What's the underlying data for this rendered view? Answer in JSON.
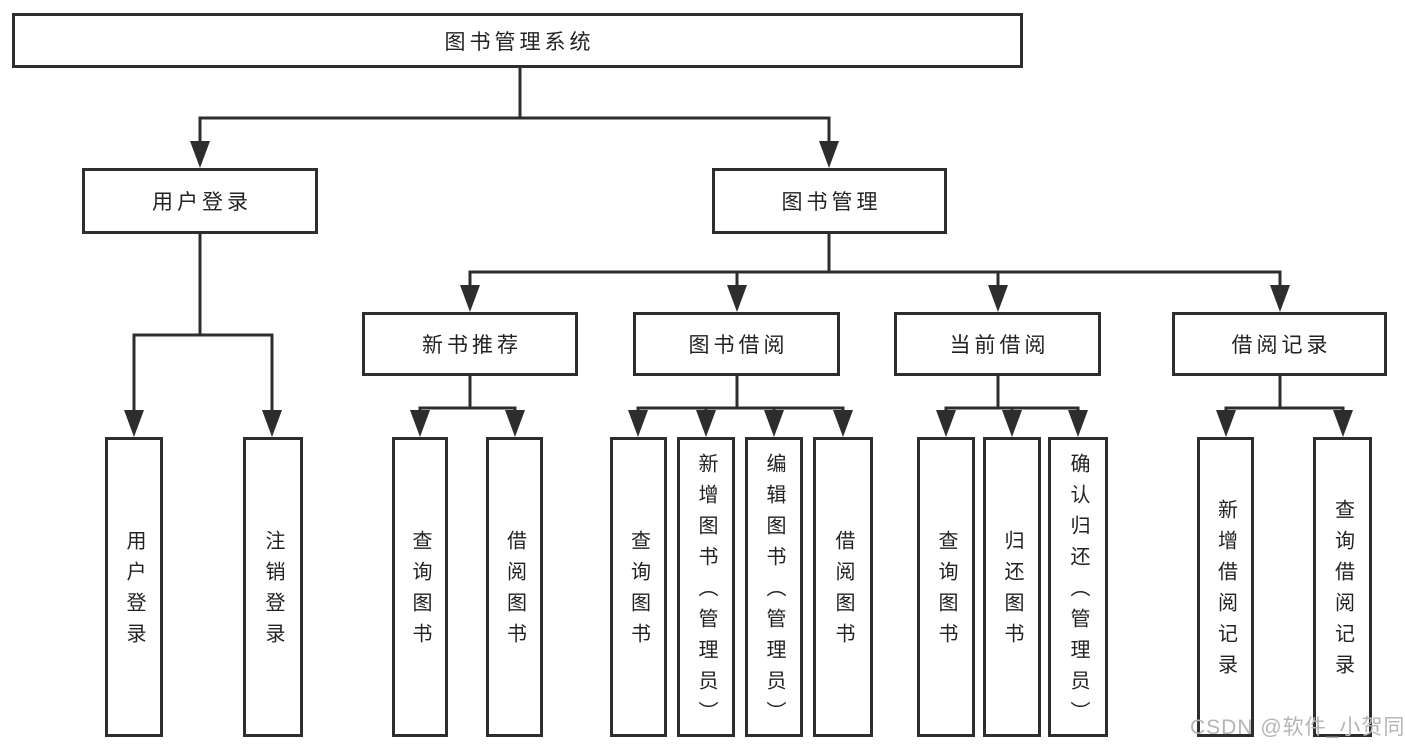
{
  "tree": {
    "root": {
      "label": "图书管理系统"
    },
    "user_login": {
      "label": "用户登录",
      "children": [
        {
          "label": "用户登录"
        },
        {
          "label": "注销登录"
        }
      ]
    },
    "book_mgmt": {
      "label": "图书管理",
      "new_book_rec": {
        "label": "新书推荐",
        "children": [
          {
            "label": "查询图书"
          },
          {
            "label": "借阅图书"
          }
        ]
      },
      "book_borrow": {
        "label": "图书借阅",
        "children": [
          {
            "label": "查询图书"
          },
          {
            "label": "新增图书（管理员）"
          },
          {
            "label": "编辑图书（管理员）"
          },
          {
            "label": "借阅图书"
          }
        ]
      },
      "current_borrow": {
        "label": "当前借阅",
        "children": [
          {
            "label": "查询图书"
          },
          {
            "label": "归还图书"
          },
          {
            "label": "确认归还（管理员）"
          }
        ]
      },
      "borrow_record": {
        "label": "借阅记录",
        "children": [
          {
            "label": "新增借阅记录"
          },
          {
            "label": "查询借阅记录"
          }
        ]
      }
    }
  },
  "watermark": {
    "text": "CSDN @软件_小贺同学"
  },
  "colors": {
    "line": "#2d2d2d",
    "text": "#222222",
    "watermark": "#b5b5b5",
    "background": "#ffffff"
  }
}
